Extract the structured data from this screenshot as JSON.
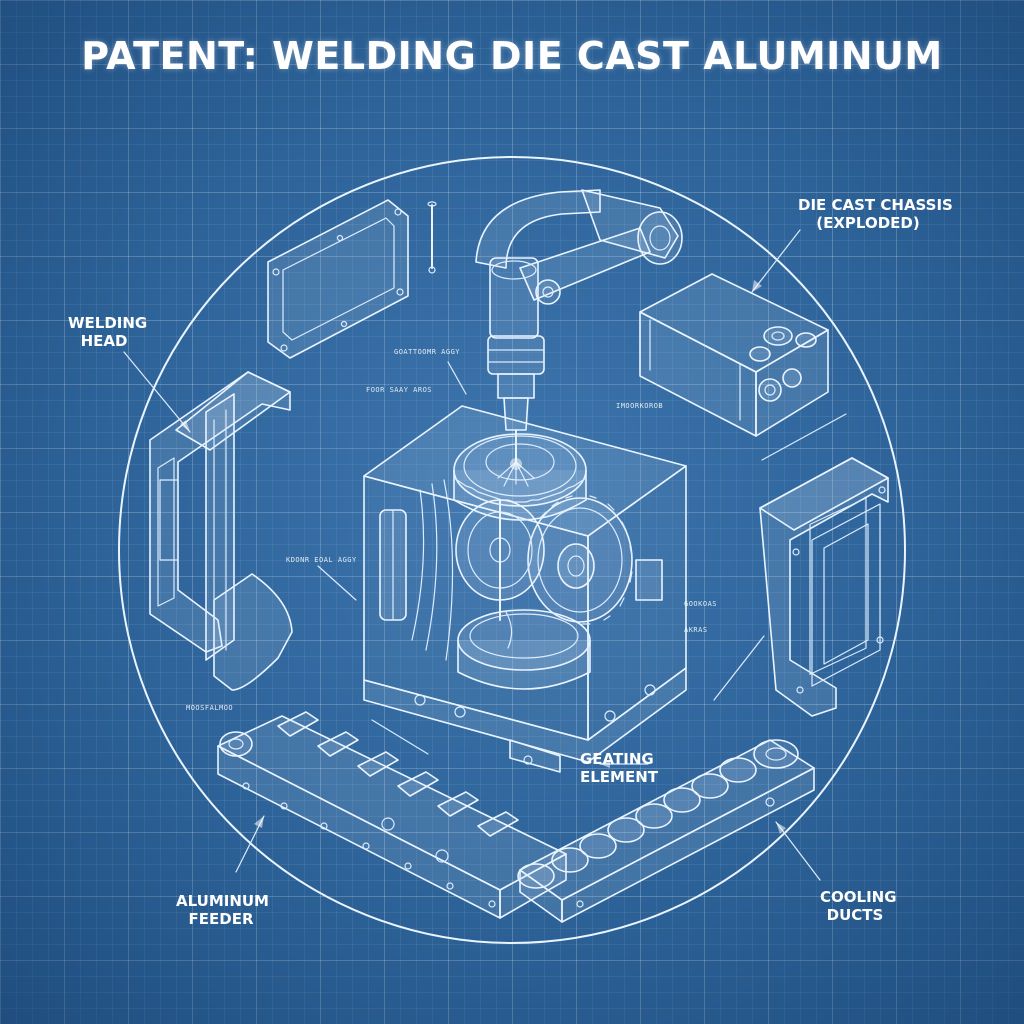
{
  "title": "PATENT: WELDING DIE CAST ALUMINUM",
  "callouts": {
    "welding_head": [
      "WELDING",
      "HEAD"
    ],
    "die_cast_chassis": [
      "DIE CAST CHASSIS",
      "(EXPLODED)"
    ],
    "gating_element": [
      "GEATING",
      "ELEMENT"
    ],
    "aluminum_feeder": [
      "ALUMINUM",
      "FEEDER"
    ],
    "cooling_ducts": [
      "COOLING",
      "DUCTS"
    ]
  },
  "small_labels": {
    "top_center_1": "GOATTOOMR AGGY",
    "top_center_2": "FOOR SAAY AROS",
    "top_right": "IMOORKOROB",
    "mid_left": "KDONR EOAL AGGY",
    "mid_right_1": "GOOKOAS",
    "mid_right_2": "AKRAS",
    "bottom_left": "MOOSFALMOO"
  },
  "colors": {
    "background": "#2d6399",
    "line": "#eaf4ff"
  }
}
